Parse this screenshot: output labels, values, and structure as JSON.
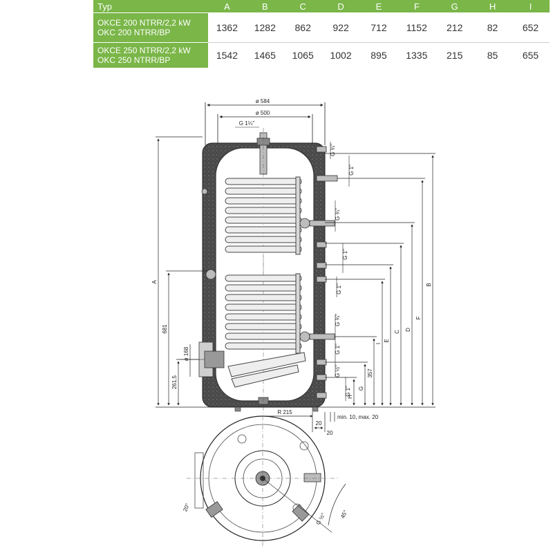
{
  "table": {
    "header": [
      "Typ",
      "A",
      "B",
      "C",
      "D",
      "E",
      "F",
      "G",
      "H",
      "I"
    ],
    "rows": [
      {
        "model_line1": "OKCE 200 NTRR/2,2 kW",
        "model_line2": "OKC 200 NTRR/BP",
        "values": [
          "1362",
          "1282",
          "862",
          "922",
          "712",
          "1152",
          "212",
          "82",
          "652"
        ]
      },
      {
        "model_line1": "OKCE 250 NTRR/2,2 kW",
        "model_line2": "OKC 250 NTRR/BP",
        "values": [
          "1542",
          "1465",
          "1065",
          "1002",
          "895",
          "1335",
          "215",
          "85",
          "655"
        ]
      }
    ]
  },
  "drawing": {
    "dim_outer": "ø 584",
    "dim_inner": "ø 500",
    "top_connection": "G 1¼\"",
    "right_top_g34": "G ¾\"",
    "right_g1_a": "G 1\"",
    "right_g34_b": "G ¾\"",
    "right_g1_c": "G 1\"",
    "right_g1_d": "G 1\"",
    "right_g34_e": "G ¾\"",
    "right_g1_f": "G 1\"",
    "right_g12": "G ½\"",
    "right_g1_g": "G 1\"",
    "letters": {
      "A": "A",
      "B": "B",
      "C": "C",
      "D": "D",
      "E": "E",
      "F": "F",
      "G": "G",
      "H": "H",
      "I": "I"
    },
    "dim_681": "681",
    "dim_2615": "261,5",
    "dim_168": "ø 168",
    "dim_357": "357",
    "radius": "R 215",
    "dim_20a": "20",
    "dim_20b": "20",
    "min_max": "min. 10, max. 20",
    "angle_20": "20°",
    "angle_45": "45°",
    "bottom_g12": "G ½\""
  },
  "colors": {
    "table_green": "#7ab648",
    "insulation_grey": "#4a4a4a"
  }
}
